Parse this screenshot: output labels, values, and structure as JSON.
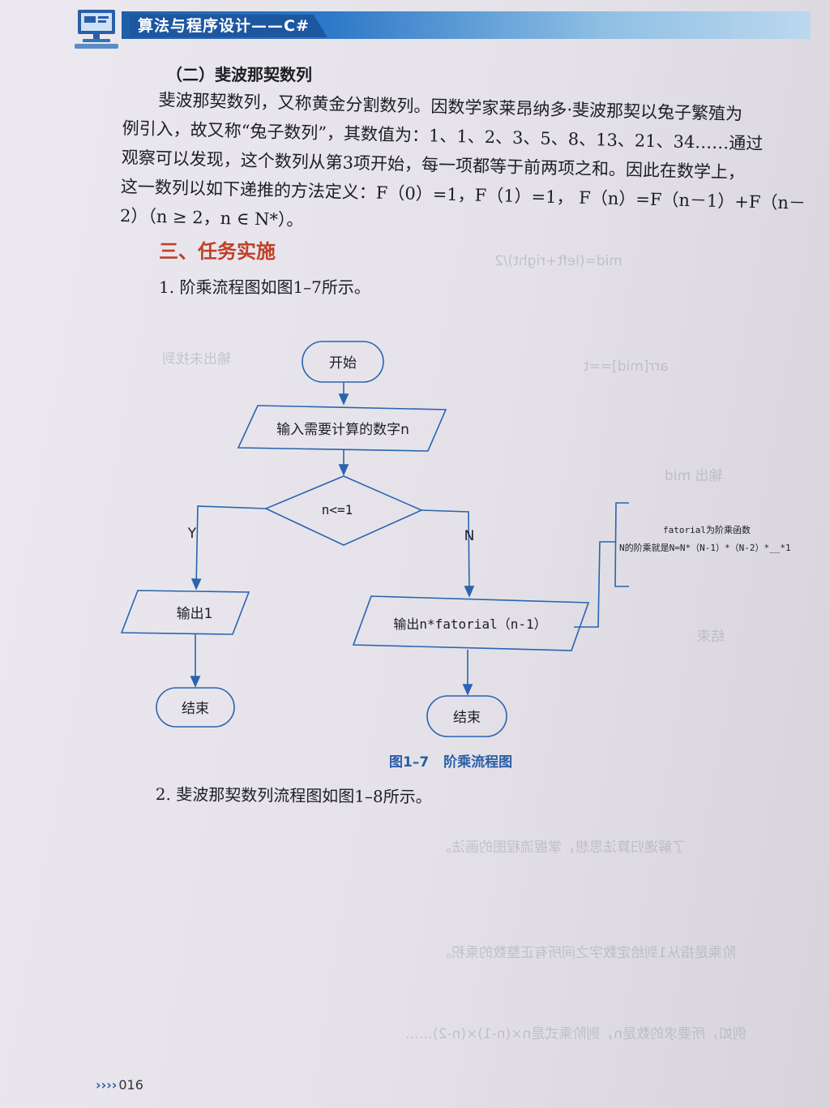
{
  "header": {
    "title": "算法与程序设计——C#"
  },
  "section": {
    "heading": "（二）斐波那契数列",
    "lines": [
      "斐波那契数列，又称黄金分割数列。因数学家莱昂纳多·斐波那契以兔子繁殖为",
      "例引入，故又称“兔子数列”，其数值为：1、1、2、3、5、8、13、21、34……通过",
      "观察可以发现，这个数列从第3项开始，每一项都等于前两项之和。因此在数学上，",
      "这一数列以如下递推的方法定义：F（0）=1，F（1）=1， F（n）=F（n－1）+F（n－",
      "2）（n ≥ 2，n ∈ N*）。"
    ]
  },
  "task": {
    "heading": "三、任务实施",
    "step1": "1. 阶乘流程图如图1–7所示。",
    "step2": "2. 斐波那契数列流程图如图1–8所示。"
  },
  "flowchart": {
    "start": "开始",
    "input": "输入需要计算的数字n",
    "condition": "n<=1",
    "yes_label": "Y",
    "no_label": "N",
    "output_yes": "输出1",
    "output_no": "输出n*fatorial（n-1）",
    "end_left": "结束",
    "end_right": "结束",
    "note_line1": "fatorial为阶乘函数",
    "note_line2": "N的阶乘就是N=N*（N-1）*（N-2）*__*1",
    "line_color": "#2a64b0"
  },
  "figure": {
    "number": "图1–7",
    "title": "阶乘流程图"
  },
  "footer": {
    "arrows": "››››",
    "page_number": "016"
  }
}
